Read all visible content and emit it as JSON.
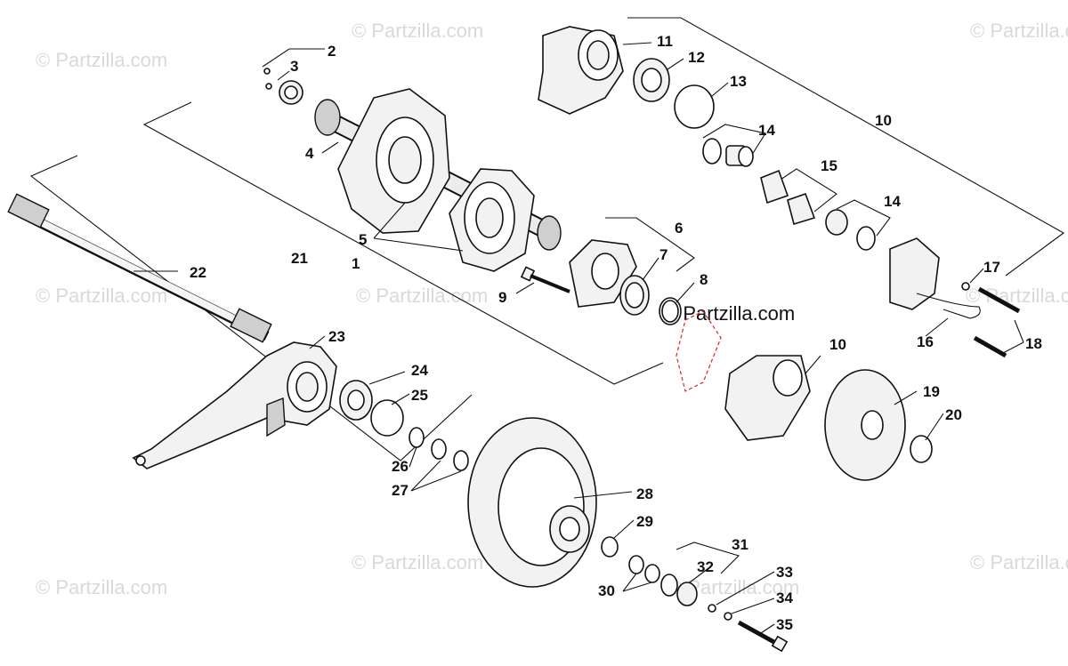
{
  "watermark": {
    "text": "© Partzilla.com"
  },
  "callouts": [
    "1",
    "2",
    "3",
    "4",
    "5",
    "6",
    "7",
    "8",
    "9",
    "10",
    "10",
    "11",
    "12",
    "13",
    "14",
    "14",
    "15",
    "16",
    "17",
    "18",
    "19",
    "20",
    "21",
    "22",
    "23",
    "24",
    "25",
    "26",
    "27",
    "28",
    "29",
    "30",
    "31",
    "32",
    "33",
    "34",
    "35"
  ]
}
